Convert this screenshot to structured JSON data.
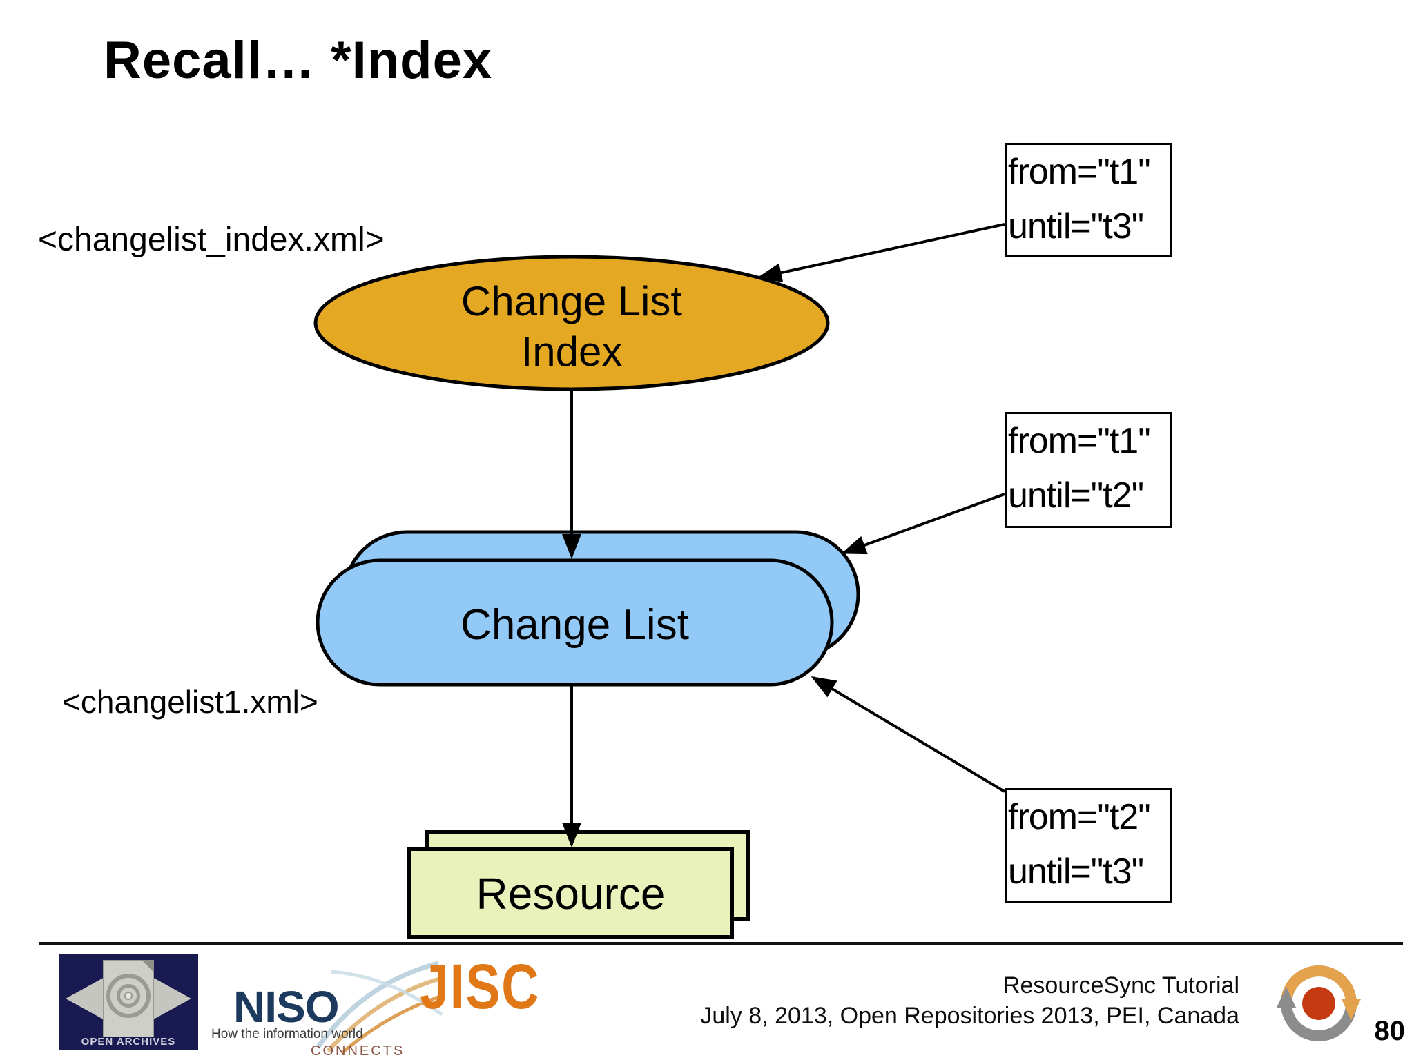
{
  "slide": {
    "title": "Recall… *Index",
    "page_number": "80",
    "background": "#ffffff"
  },
  "diagram": {
    "file_labels": {
      "index": "<changelist_index.xml>",
      "changelist1": "<changelist1.xml>"
    },
    "nodes": {
      "change_list_index": {
        "line1": "Change List",
        "line2": "Index",
        "fill": "#E5A823",
        "shape": "ellipse"
      },
      "change_list": {
        "label": "Change List",
        "fill": "#92C9F7",
        "shape": "stacked-rounded-rect"
      },
      "resource": {
        "label": "Resource",
        "fill": "#EAF2BC",
        "shape": "stacked-rect"
      }
    },
    "annotations": {
      "top": {
        "line1": "from=\"t1\"",
        "line2": "until=\"t3\""
      },
      "middle": {
        "line1": "from=\"t1\"",
        "line2": "until=\"t2\""
      },
      "bottom": {
        "line1": "from=\"t2\"",
        "line2": "until=\"t3\""
      }
    }
  },
  "footer": {
    "open_archives_label": "OPEN ARCHIVES",
    "niso": {
      "name": "NISO",
      "tagline_line1": "How the information world",
      "tagline_line2": "CONNECTS"
    },
    "jisc_name": "JISC",
    "credit_line1": "ResourceSync Tutorial",
    "credit_line2": "July 8, 2013, Open Repositories 2013, PEI, Canada",
    "colors": {
      "jisc_orange": "#E07818",
      "niso_navy": "#1C3A5E",
      "open_archives_navy": "#1A1A52",
      "resourcesync_orange": "#E3A24B",
      "resourcesync_gray": "#8C8C8C",
      "resourcesync_red": "#C63A12"
    }
  }
}
